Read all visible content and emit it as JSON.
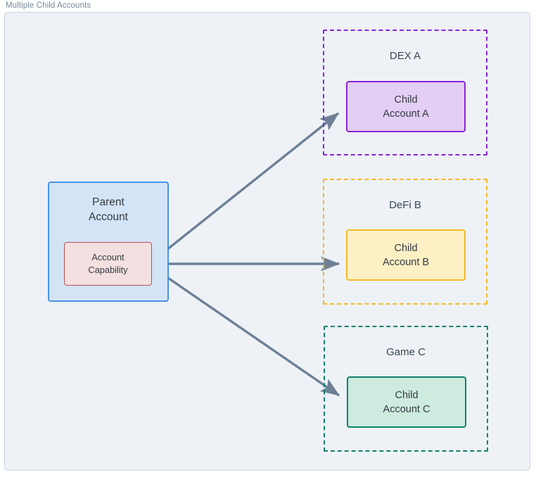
{
  "diagram": {
    "title": "Multiple Child Accounts",
    "canvas_background": "#eef2f6",
    "edge_color": "#6d8096"
  },
  "parent": {
    "title_line1": "Parent",
    "title_line2": "Account",
    "fill": "#d4e4f7",
    "stroke": "#4593e4",
    "capability": {
      "line1": "Account",
      "line2": "Capability",
      "fill": "#f4e0e0",
      "stroke": "#b4504f"
    }
  },
  "groups": [
    {
      "label": "DEX A",
      "stroke": "#8b23d6",
      "child": {
        "line1": "Child",
        "line2": "Account A",
        "fill": "#e3cef5",
        "stroke": "#8b23d6"
      }
    },
    {
      "label": "DeFi B",
      "stroke": "#f5b825",
      "child": {
        "line1": "Child",
        "line2": "Account B",
        "fill": "#fdf0c5",
        "stroke": "#f5b825"
      }
    },
    {
      "label": "Game C",
      "stroke": "#11806a",
      "child": {
        "line1": "Child",
        "line2": "Account C",
        "fill": "#cdebdf",
        "stroke": "#11806a"
      }
    }
  ],
  "edges": [
    {
      "from": "Account Capability",
      "to": "Child Account A"
    },
    {
      "from": "Account Capability",
      "to": "Child Account B"
    },
    {
      "from": "Account Capability",
      "to": "Child Account C"
    }
  ]
}
